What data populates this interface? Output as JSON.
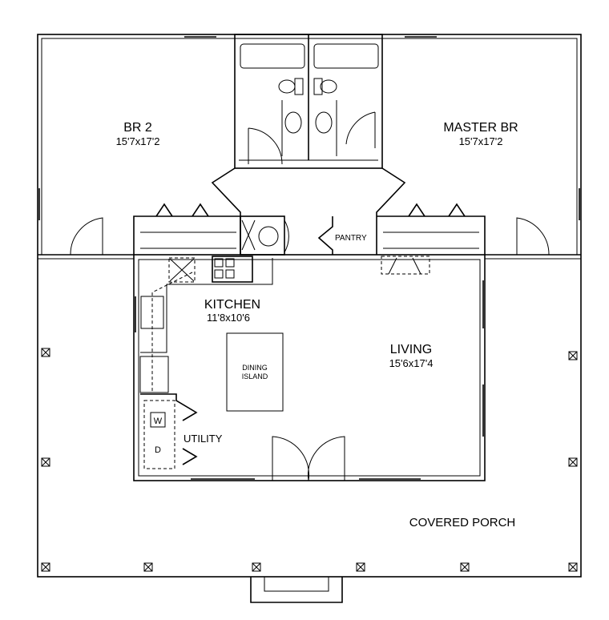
{
  "rooms": {
    "br2": {
      "name": "BR 2",
      "size": "15'7x17'2"
    },
    "master": {
      "name": "MASTER BR",
      "size": "15'7x17'2"
    },
    "kitchen": {
      "name": "KITCHEN",
      "size": "11'8x10'6"
    },
    "living": {
      "name": "LIVING",
      "size": "15'6x17'4"
    },
    "dining_island": {
      "line1": "DINING",
      "line2": "ISLAND"
    },
    "utility": {
      "name": "UTILITY"
    },
    "pantry": {
      "name": "PANTRY"
    },
    "porch": {
      "name": "COVERED PORCH"
    }
  },
  "appliances": {
    "washer": "W",
    "dryer": "D"
  }
}
